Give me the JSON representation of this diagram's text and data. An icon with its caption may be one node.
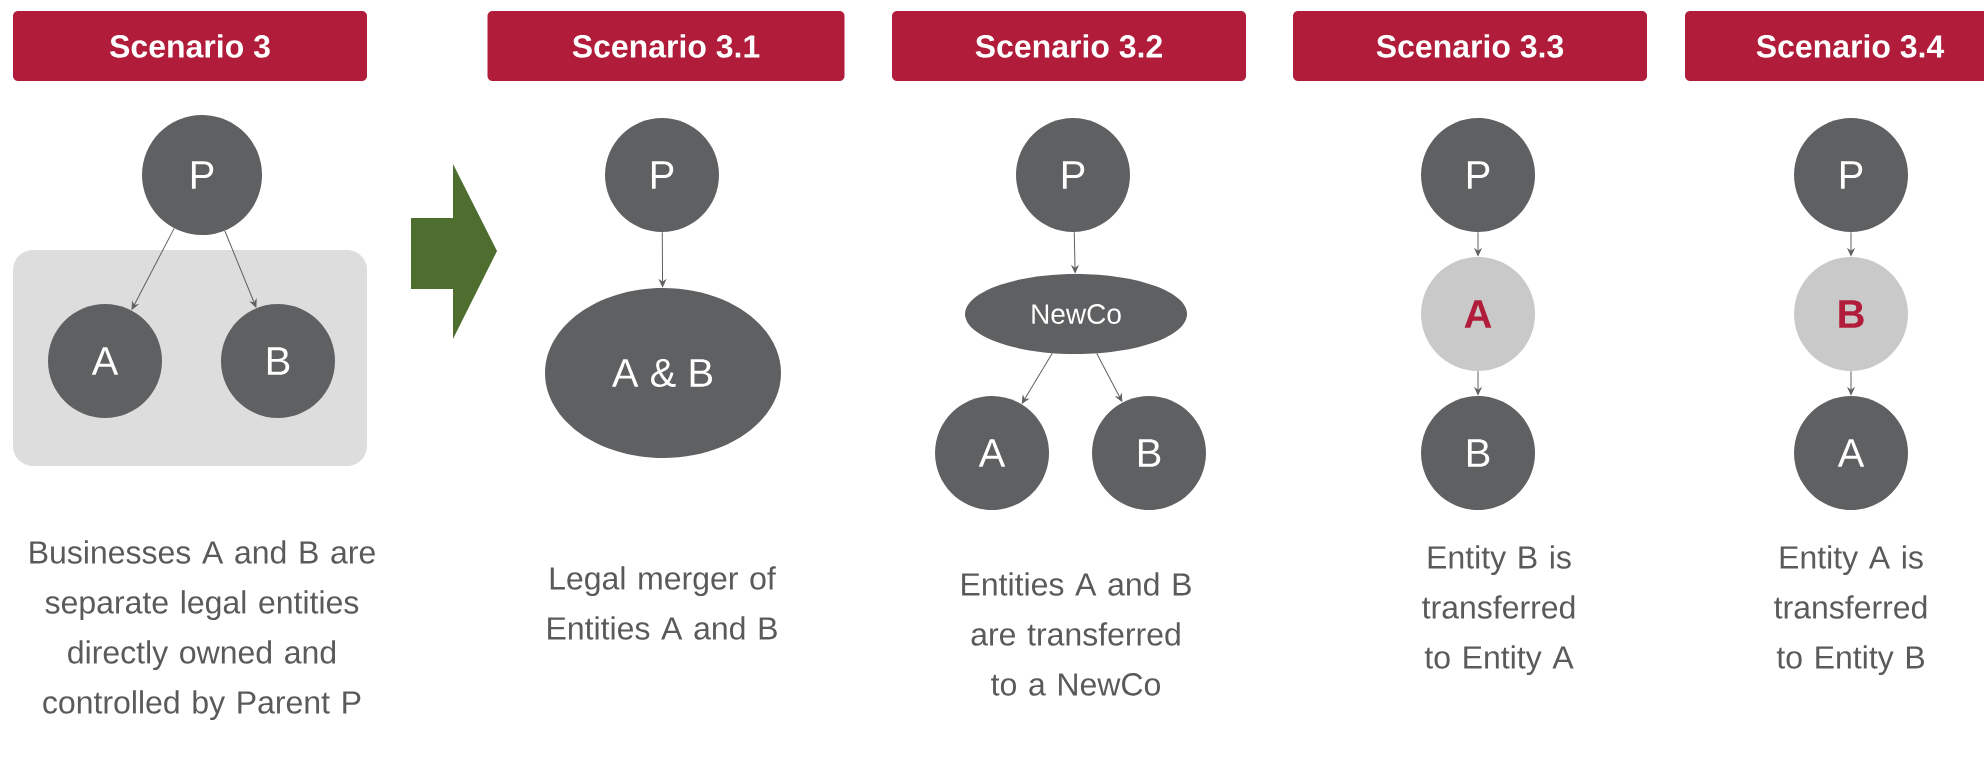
{
  "diagram": {
    "nodes": [
      {
        "text": [
          "Scenario 3"
        ]
      },
      {
        "text": [
          "P"
        ]
      },
      {
        "text": [],
        "shape": "box"
      },
      {
        "text": [
          "A"
        ],
        "in": 2
      },
      {
        "text": [
          "B"
        ],
        "in": 2
      },
      {
        "text": [
          "Scenario 3.1"
        ]
      },
      {
        "text": [
          "P"
        ]
      },
      {
        "text": [
          "A & B"
        ]
      },
      {
        "text": [
          "Scenario 3.2"
        ]
      },
      {
        "text": [
          "P"
        ]
      },
      {
        "text": [
          "NewCo"
        ]
      },
      {
        "text": [
          "A"
        ]
      },
      {
        "text": [
          "B"
        ]
      },
      {
        "text": [
          "Scenario 3.3"
        ]
      },
      {
        "text": [
          "P"
        ]
      },
      {
        "text": [
          "A"
        ]
      },
      {
        "text": [
          "B"
        ]
      },
      {
        "text": [
          "Scenario 3.4"
        ]
      },
      {
        "text": [
          "P"
        ]
      },
      {
        "text": [
          "B"
        ]
      },
      {
        "text": [
          "A"
        ]
      }
    ],
    "edges": [
      {
        "from": 1,
        "to": 3,
        "arrow": "to"
      },
      {
        "from": 1,
        "to": 4,
        "arrow": "to"
      },
      {
        "from": 6,
        "to": 7,
        "arrow": "to"
      },
      {
        "from": 9,
        "to": 10,
        "arrow": "to"
      },
      {
        "from": 10,
        "to": 11,
        "arrow": "to"
      },
      {
        "from": 10,
        "to": 12,
        "arrow": "to"
      },
      {
        "from": 14,
        "to": 15,
        "arrow": "to"
      },
      {
        "from": 15,
        "to": 16,
        "arrow": "to"
      },
      {
        "from": 18,
        "to": 19,
        "arrow": "to"
      },
      {
        "from": 19,
        "to": 20,
        "arrow": "to"
      }
    ],
    "labels": [
      "Businesses A and B are separate legal entities directly owned and controlled by Parent P",
      "Legal merger of Entities A and B",
      "Entities A and B are transferred to a NewCo",
      "Entity B is transferred to Entity A",
      "Entity A is transferred to Entity B"
    ]
  }
}
